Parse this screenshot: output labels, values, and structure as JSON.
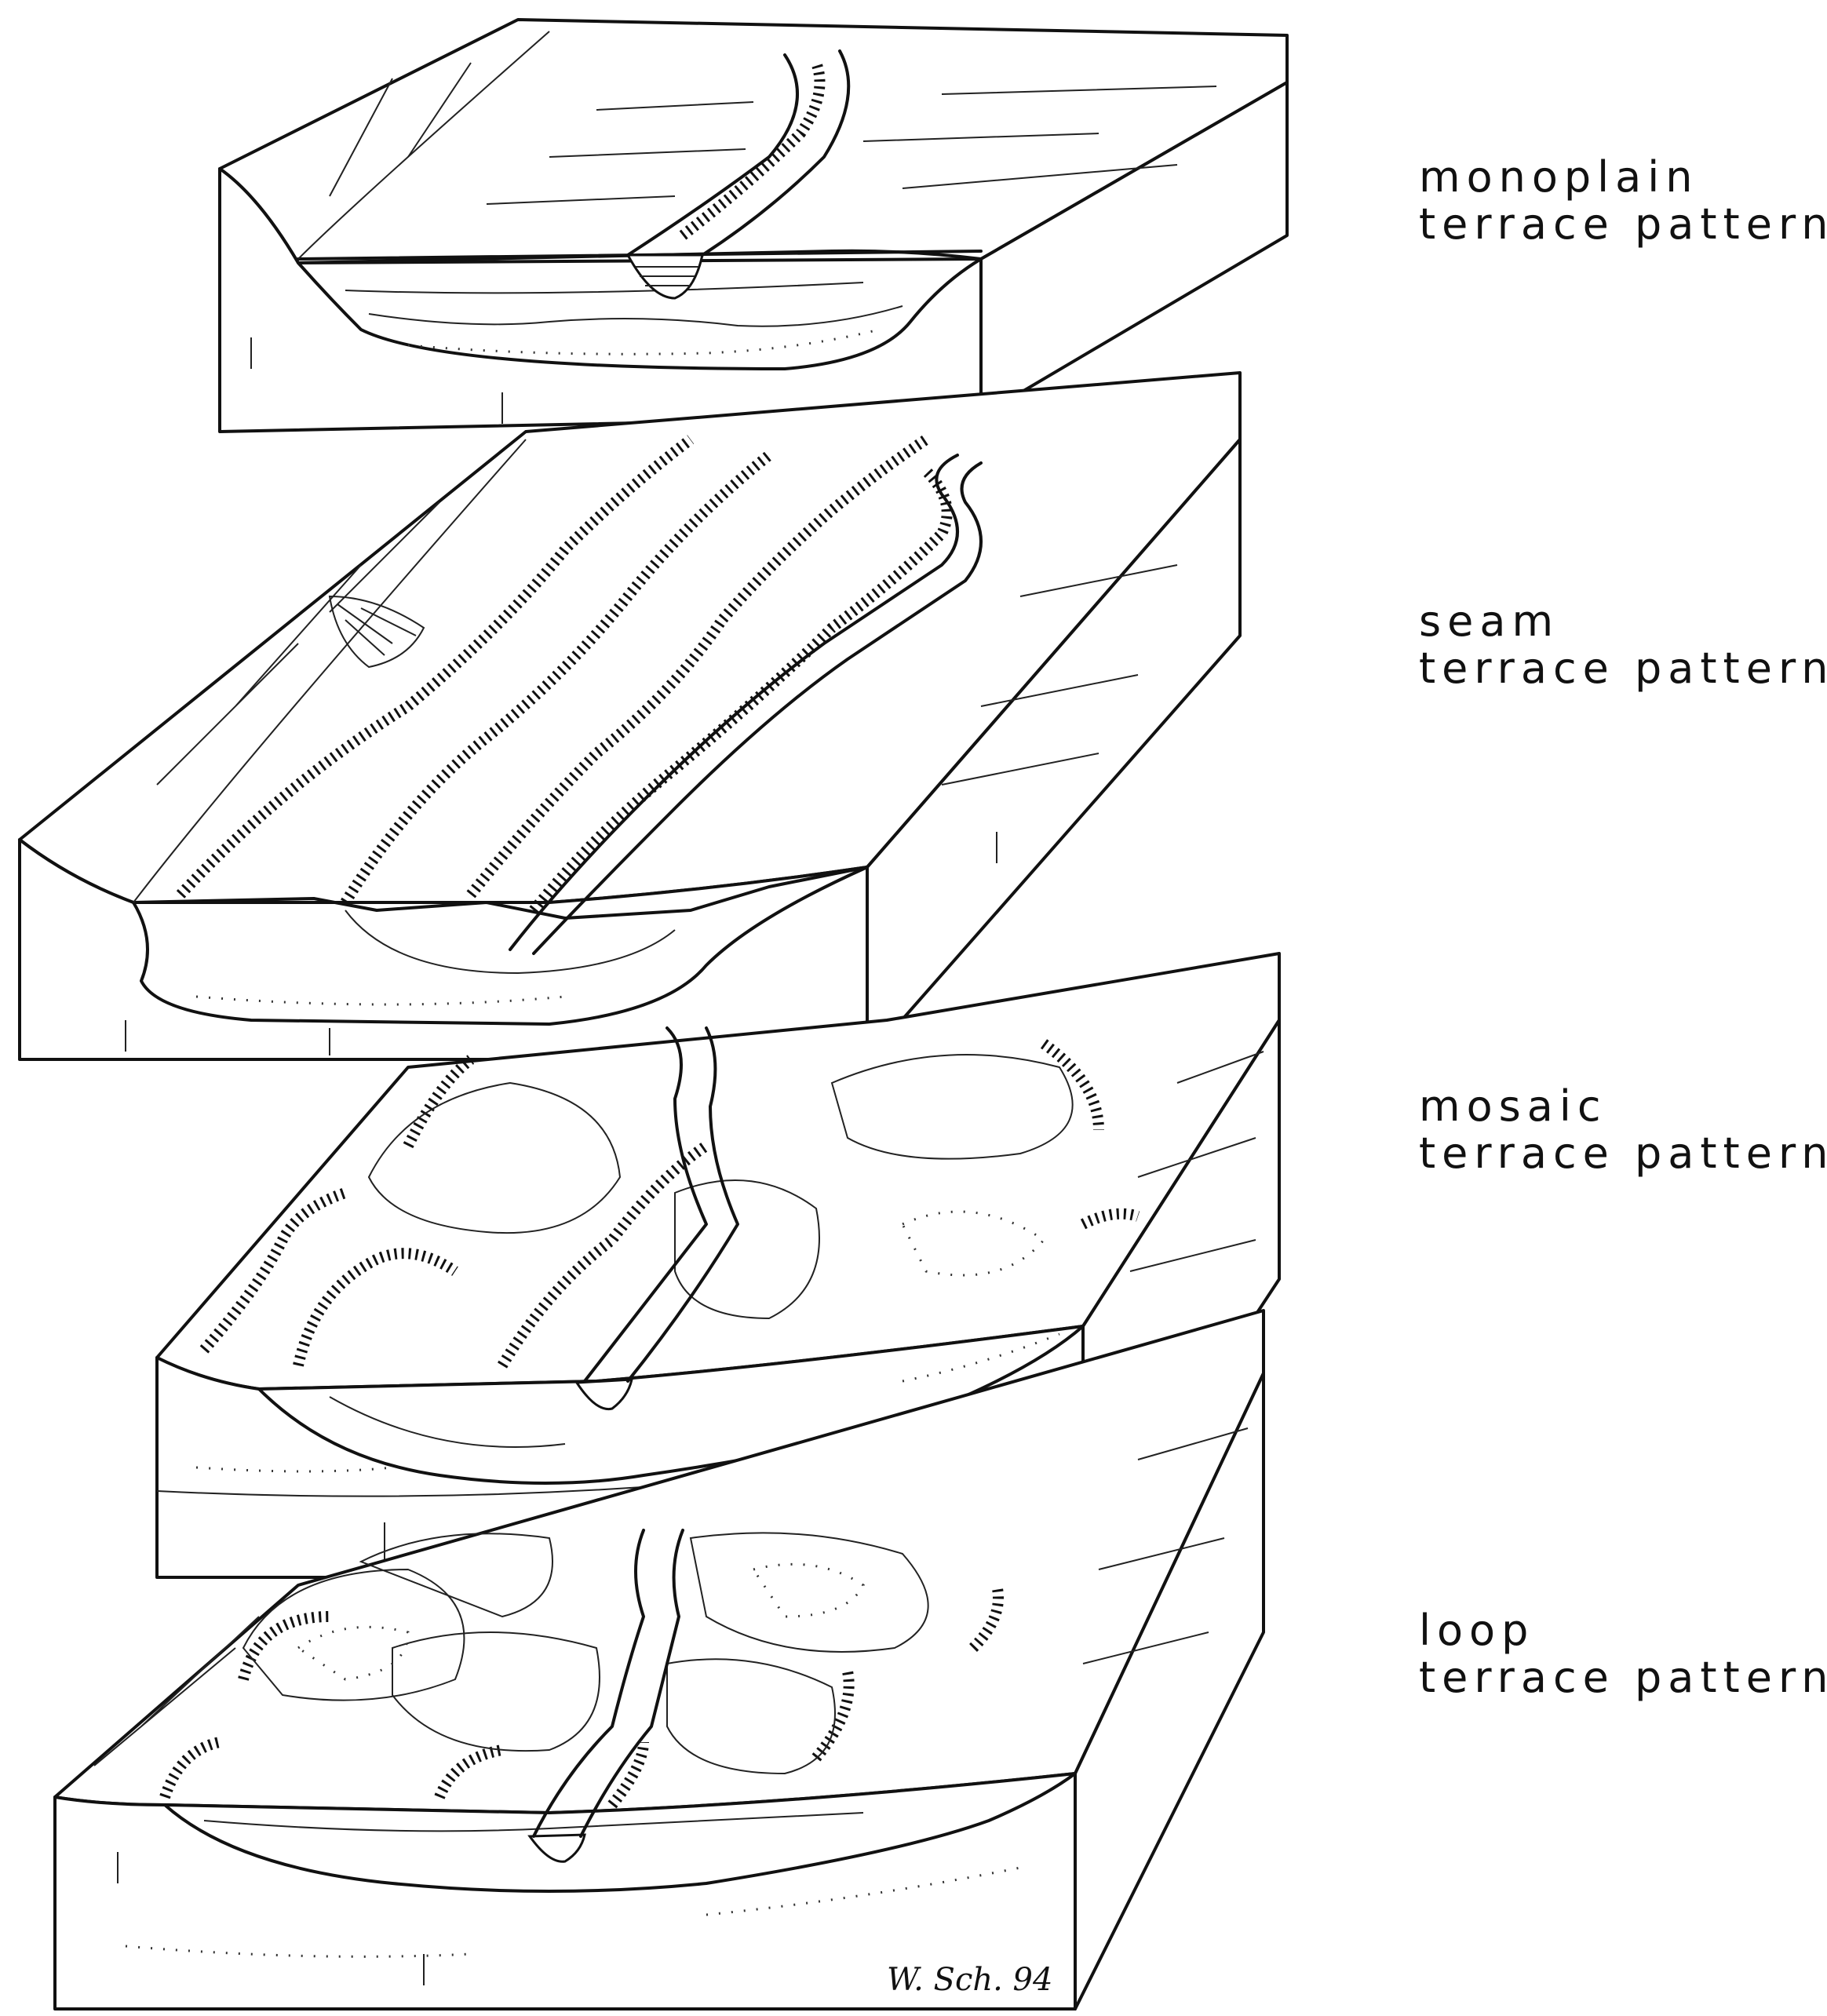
{
  "labels": {
    "monoplain": {
      "line1": "monoplain",
      "line2": "terrace pattern"
    },
    "seam": {
      "line1": "seam",
      "line2": "terrace pattern"
    },
    "mosaic": {
      "line1": "mosaic",
      "line2": "terrace pattern"
    },
    "loop": {
      "line1": "loop",
      "line2": "terrace pattern"
    }
  },
  "signature": "W. Sch. 94"
}
